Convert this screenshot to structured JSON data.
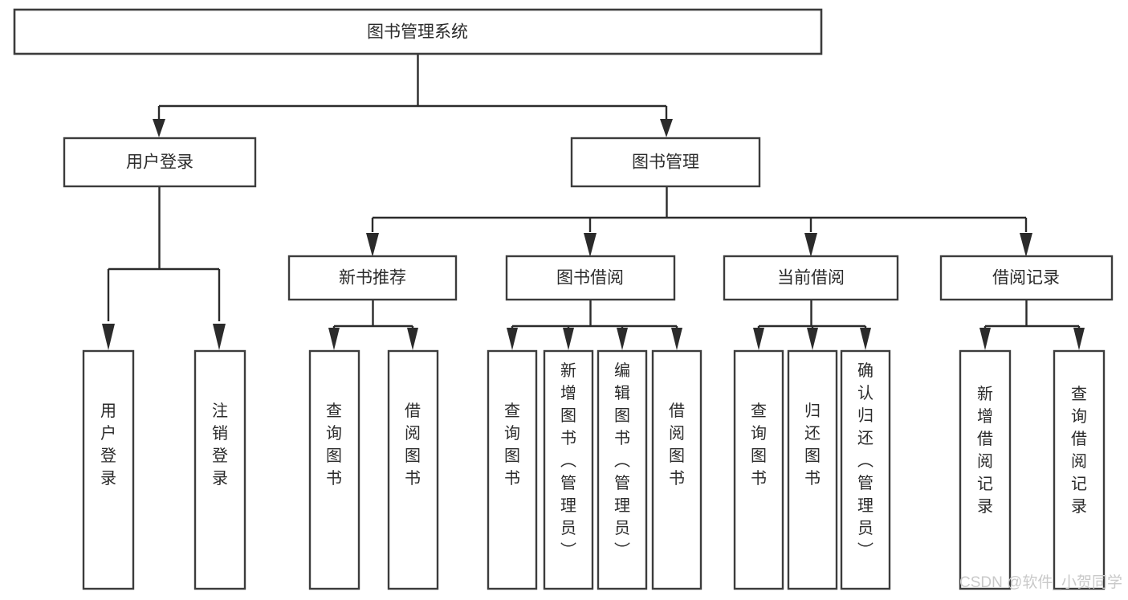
{
  "diagram": {
    "title": "图书管理系统",
    "type": "tree",
    "root": {
      "id": "root",
      "label": "图书管理系统",
      "orientation": "horizontal"
    },
    "level2": [
      {
        "id": "user-login",
        "label": "用户登录",
        "orientation": "horizontal"
      },
      {
        "id": "book-management",
        "label": "图书管理",
        "orientation": "horizontal"
      }
    ],
    "level3": [
      {
        "id": "new-book-recommend",
        "label": "新书推荐",
        "parent": "book-management",
        "orientation": "horizontal"
      },
      {
        "id": "book-borrow",
        "label": "图书借阅",
        "parent": "book-management",
        "orientation": "horizontal"
      },
      {
        "id": "current-borrow",
        "label": "当前借阅",
        "parent": "book-management",
        "orientation": "horizontal"
      },
      {
        "id": "borrow-record",
        "label": "借阅记录",
        "parent": "book-management",
        "orientation": "horizontal"
      }
    ],
    "leaves": [
      {
        "id": "leaf-user-login",
        "label": "用户登录",
        "parent": "user-login",
        "orientation": "vertical"
      },
      {
        "id": "leaf-user-logout",
        "label": "注销登录",
        "parent": "user-login",
        "orientation": "vertical"
      },
      {
        "id": "leaf-query-book-1",
        "label": "查询图书",
        "parent": "new-book-recommend",
        "orientation": "vertical"
      },
      {
        "id": "leaf-borrow-book-1",
        "label": "借阅图书",
        "parent": "new-book-recommend",
        "orientation": "vertical"
      },
      {
        "id": "leaf-query-book-2",
        "label": "查询图书",
        "parent": "book-borrow",
        "orientation": "vertical"
      },
      {
        "id": "leaf-add-book",
        "label": "新增图书（管理员）",
        "parent": "book-borrow",
        "orientation": "vertical"
      },
      {
        "id": "leaf-edit-book",
        "label": "编辑图书（管理员）",
        "parent": "book-borrow",
        "orientation": "vertical"
      },
      {
        "id": "leaf-borrow-book-2",
        "label": "借阅图书",
        "parent": "book-borrow",
        "orientation": "vertical"
      },
      {
        "id": "leaf-query-book-3",
        "label": "查询图书",
        "parent": "current-borrow",
        "orientation": "vertical"
      },
      {
        "id": "leaf-return-book",
        "label": "归还图书",
        "parent": "current-borrow",
        "orientation": "vertical"
      },
      {
        "id": "leaf-confirm-return",
        "label": "确认归还（管理员）",
        "parent": "current-borrow",
        "orientation": "vertical"
      },
      {
        "id": "leaf-add-record",
        "label": "新增借阅记录",
        "parent": "borrow-record",
        "orientation": "vertical"
      },
      {
        "id": "leaf-query-record",
        "label": "查询借阅记录",
        "parent": "borrow-record",
        "orientation": "vertical"
      }
    ],
    "watermark": "CSDN @软件_小贺同学",
    "colors": {
      "box_stroke": "#3c3c3c",
      "box_fill": "#ffffff",
      "text": "#2b2b2b",
      "edge": "#2b2b2b",
      "watermark": "#c9c9c9",
      "background": "#ffffff"
    }
  }
}
